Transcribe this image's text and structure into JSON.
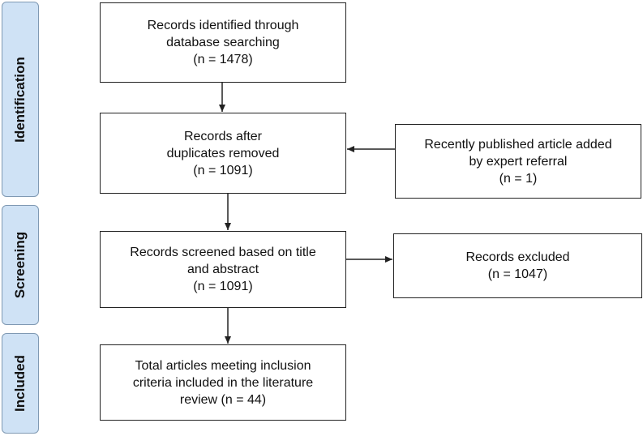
{
  "phases": {
    "identification": "Identification",
    "screening": "Screening",
    "included": "Included"
  },
  "boxes": {
    "identified": [
      "Records identified through",
      "database searching",
      "(n = 1478)"
    ],
    "after_duplicates": [
      "Records after",
      "duplicates removed",
      "(n = 1091)"
    ],
    "expert_referral": [
      "Recently published article added",
      "by expert referral",
      "(n = 1)"
    ],
    "screened": [
      "Records screened based on title",
      "and abstract",
      "(n = 1091)"
    ],
    "excluded": [
      "Records excluded",
      "(n = 1047)"
    ],
    "included_total": [
      "Total articles meeting inclusion",
      "criteria included in the literature",
      "review (n = 44)"
    ]
  },
  "colors": {
    "phase_fill": "#cfe2f5",
    "phase_border": "#7f99b3",
    "box_border": "#222222",
    "arrow": "#222222"
  }
}
